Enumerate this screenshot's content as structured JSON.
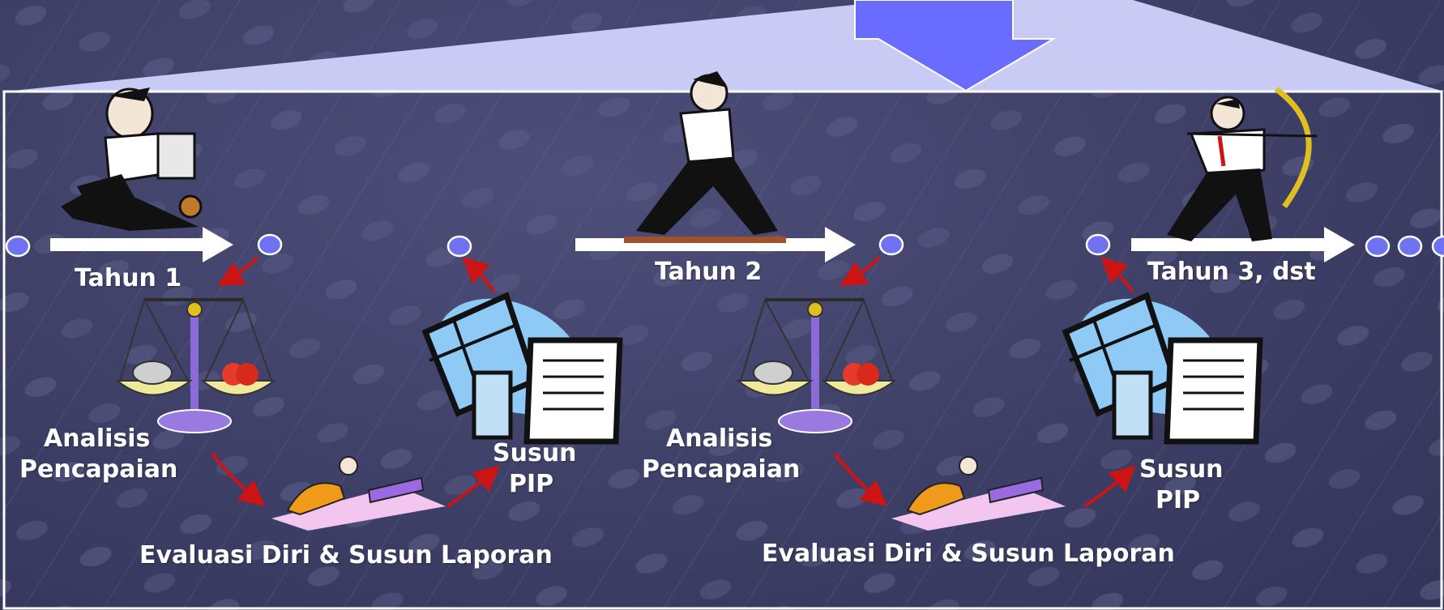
{
  "labels": {
    "tahun1": "Tahun 1",
    "tahun2": "Tahun 2",
    "tahun3": "Tahun 3, dst",
    "analisis1_line1": "Analisis",
    "analisis1_line2": "Pencapaian",
    "analisis2_line1": "Analisis",
    "analisis2_line2": "Pencapaian",
    "susun1_line1": "Susun",
    "susun1_line2": "PIP",
    "susun2_line1": "Susun",
    "susun2_line2": "PIP",
    "evaluasi1": "Evaluasi Diri & Susun Laporan",
    "evaluasi2": "Evaluasi Diri & Susun Laporan"
  },
  "colors": {
    "panel_border": "#ffffff",
    "funnel_fill": "#c9cbf5",
    "down_arrow": "#6a6cff",
    "timeline_arrow": "#ffffff",
    "node_fill": "#6f72f2",
    "cycle_arrow": "#cc1414"
  }
}
